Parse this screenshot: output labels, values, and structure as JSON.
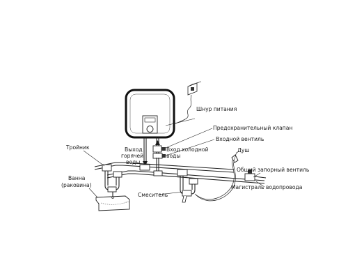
{
  "labels": {
    "power_cord": "Шнур питания",
    "safety_valve": "Предохранительный клапан",
    "inlet_valve": "Входной вентиль",
    "hot_outlet_line1": "Выход",
    "hot_outlet_line2": "горячей",
    "hot_outlet_line3": "воды",
    "cold_inlet_line1": "Вход холодной",
    "cold_inlet_line2": "воды",
    "shower": "Душ",
    "tee": "Тройник",
    "main_shutoff": "Общий запорный вентиль",
    "bath_line1": "Ванна",
    "bath_line2": "(раковина)",
    "mixer": "Смеситель",
    "water_main": "Магистраль водопровода"
  }
}
